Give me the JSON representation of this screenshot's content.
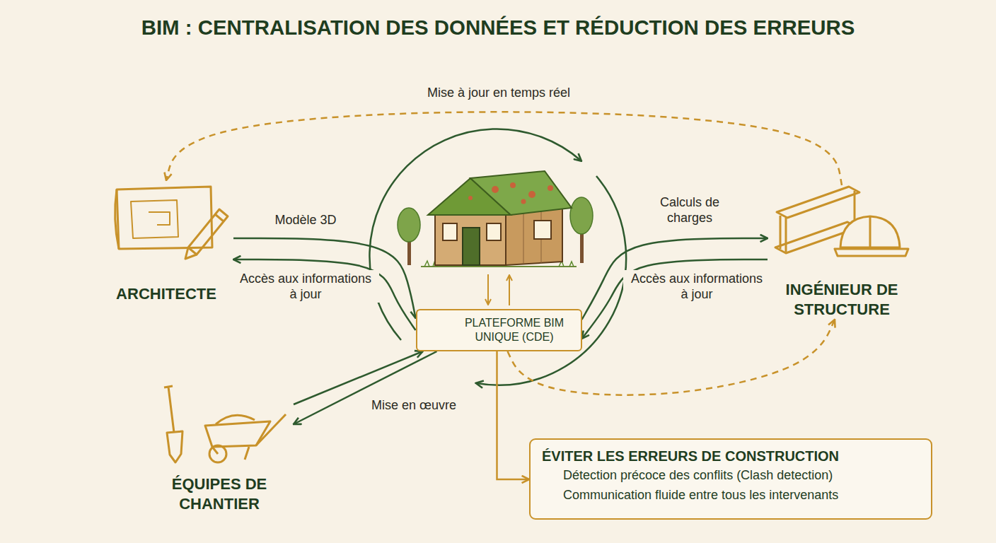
{
  "diagram": {
    "title": "BIM : CENTRALISATION DES DONNÉES ET RÉDUCTION DES ERREURS",
    "nodes": [
      {
        "text": [
          "ARCHITECTE"
        ]
      },
      {
        "text": [
          "PLATEFORME BIM UNIQUE (CDE)"
        ]
      },
      {
        "text": [
          "INGÉNIEUR DE STRUCTURE"
        ]
      },
      {
        "text": [
          "ÉQUIPES DE CHANTIER"
        ]
      },
      {
        "text": [
          "ÉVITER LES ERREURS DE CONSTRUCTION",
          "Détection précoce des conflits (Clash detection)",
          "Communication fluide entre tous les intervenants"
        ]
      }
    ],
    "edges": [
      {
        "from": 0,
        "to": 1,
        "label": "Modèle 3D",
        "arrow": "to"
      },
      {
        "from": 1,
        "to": 0,
        "label": "Accès aux informations à jour",
        "arrow": "to"
      },
      {
        "from": 1,
        "to": 2,
        "label": "Calculs de charges",
        "arrow": "to"
      },
      {
        "from": 2,
        "to": 1,
        "label": "Accès aux informations à jour",
        "arrow": "to"
      },
      {
        "from": 3,
        "to": 1,
        "arrow": "to"
      },
      {
        "from": 1,
        "to": 3,
        "label": "Mise en œuvre",
        "arrow": "to"
      },
      {
        "from": 2,
        "to": 0,
        "label": "Mise à jour en temps réel",
        "arrow": "to"
      },
      {
        "from": 1,
        "to": 2,
        "arrow": "to"
      },
      {
        "from": 1,
        "to": 4,
        "arrow": "to"
      }
    ]
  }
}
